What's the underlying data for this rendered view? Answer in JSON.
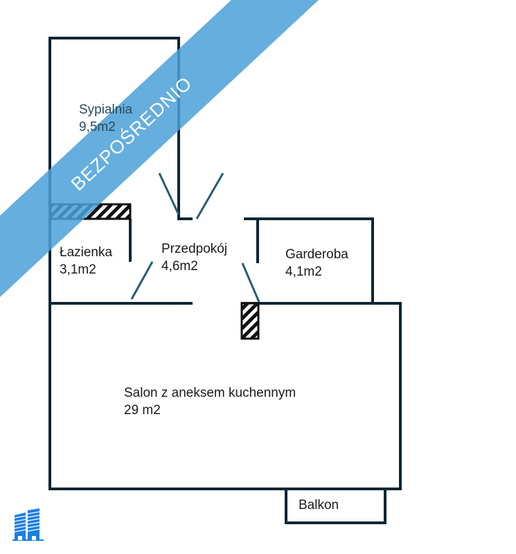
{
  "rooms": {
    "sypialnia": {
      "name": "Sypialnia",
      "area": "9,5m2"
    },
    "lazienka": {
      "name": "Łazienka",
      "area": "3,1m2"
    },
    "przedpokoj": {
      "name": "Przedpokój",
      "area": "4,6m2"
    },
    "garderoba": {
      "name": "Garderoba",
      "area": "4,1m2"
    },
    "salon": {
      "name": "Salon z aneksem kuchennym",
      "area": "29 m2"
    },
    "balkon": {
      "name": "Balkon"
    }
  },
  "banner": {
    "text": "BEZPOŚREDNIO",
    "color": "#4aa0d8"
  },
  "logo": {
    "icon": "buildings-icon",
    "color": "#1e7fe0"
  },
  "wall_color": "#0f2533"
}
